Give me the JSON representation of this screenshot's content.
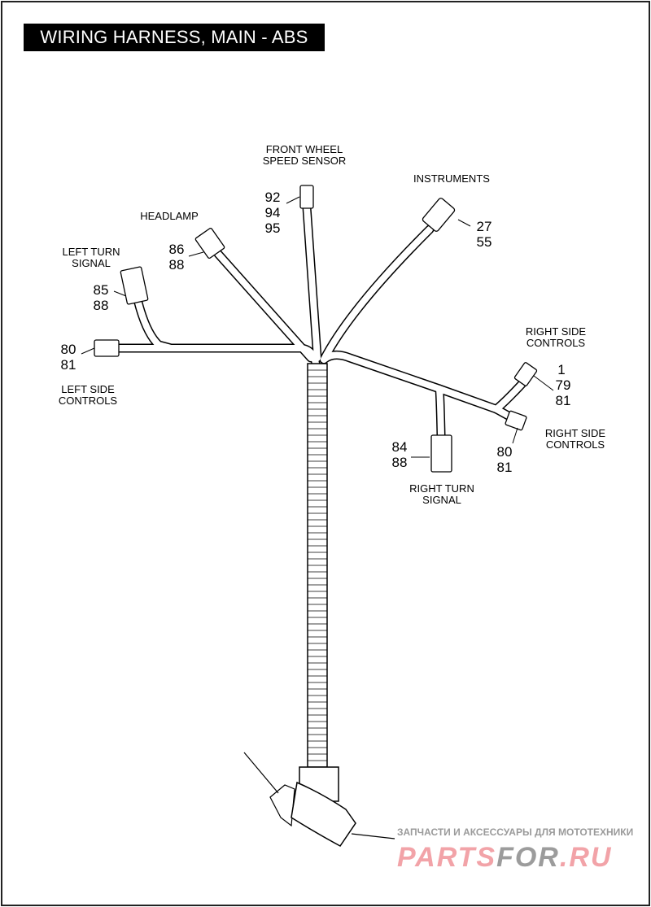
{
  "title": "WIRING HARNESS, MAIN - ABS",
  "labels": {
    "front_wheel": [
      "FRONT WHEEL",
      "SPEED SENSOR"
    ],
    "instruments": [
      "INSTRUMENTS"
    ],
    "headlamp": [
      "HEADLAMP"
    ],
    "left_turn": [
      "LEFT TURN",
      "SIGNAL"
    ],
    "left_side": [
      "LEFT SIDE",
      "CONTROLS"
    ],
    "right_side_top": [
      "RIGHT SIDE",
      "CONTROLS"
    ],
    "right_side_bottom": [
      "RIGHT SIDE",
      "CONTROLS"
    ],
    "right_turn": [
      "RIGHT TURN",
      "SIGNAL"
    ]
  },
  "callouts": {
    "front_wheel": [
      "92",
      "94",
      "95"
    ],
    "instruments": [
      "27",
      "55"
    ],
    "headlamp": [
      "86",
      "88"
    ],
    "left_turn": [
      "85",
      "88"
    ],
    "left_side": [
      "80",
      "81"
    ],
    "right_side_top": [
      "1",
      "79",
      "81"
    ],
    "right_side_bottom": [
      "80",
      "81"
    ],
    "right_turn": [
      "84",
      "88"
    ]
  },
  "watermark": {
    "tagline": "ЗАПЧАСТИ И АКСЕССУАРЫ ДЛЯ МОТОТЕХНИКИ",
    "brand_a": "PARTS",
    "brand_b": "FOR",
    "brand_c": ".RU"
  }
}
